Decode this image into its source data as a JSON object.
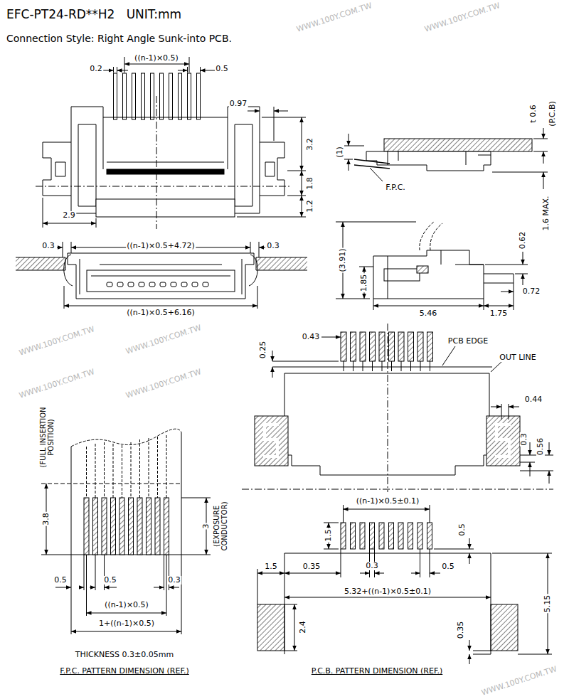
{
  "diagram": {
    "title": "EFC-PT24-RD**H2   UNIT:mm",
    "labels": [
      "Connection Style: Right Angle Sunk-into PCB.",
      "((n-1)×0.5)",
      "0.2",
      "0.5",
      "0.97",
      "3.2",
      "1.8",
      "1.2",
      "2.9",
      "t 0.6",
      "(P.C.B)",
      "(1)",
      "F.P.C.",
      "1.6 MAX.",
      "0.3",
      "((n-1)×0.5+4.72)",
      "0.3",
      "((n-1)×0.5+6.16)",
      "(3.91)",
      "1.85",
      "0.62",
      "0.72",
      "5.46",
      "1.75",
      "0.43",
      "0.25",
      "PCB EDGE",
      "OUT LINE",
      "0.44",
      "0.3",
      "0.56",
      "(FULL INSERTION POSITION)",
      "3.8",
      "3",
      "(EXPOSURE CONDUCTOR)",
      "0.5",
      "0.5",
      "0.3",
      "((n-1)×0.5)",
      "1+((n-1)×0.5)",
      "THICKNESS 0.3±0.05mm",
      "F.P.C. PATTERN DIMENSION (REF.)",
      "((n-1)×0.5±0.1)",
      "1.5",
      "0.5",
      "1.5",
      "0.35",
      "0.3",
      "0.5",
      "5.32+((n-1)×0.5±0.1)",
      "5.15",
      "2.4",
      "0.35",
      "P.C.B. PATTERN DIMENSION (REF.)",
      "WWW.100Y.COM.TW",
      "WWW.100Y.COM.TW",
      "WWW.100Y.COM.TW",
      "WWW.100Y.COM.TW",
      "WWW.100Y.COM.TW",
      "WWW.100Y.COM.TW",
      "WWW.100Y.COM.TW"
    ]
  }
}
